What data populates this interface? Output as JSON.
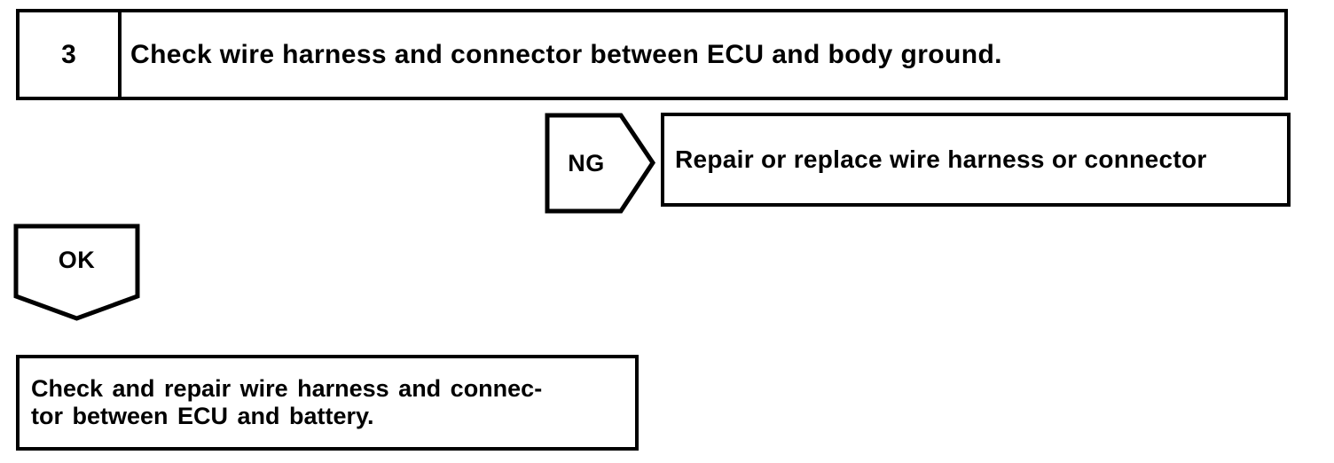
{
  "colors": {
    "ink": "#000000",
    "paper": "#ffffff"
  },
  "flowchart": {
    "step_box": {
      "number": "3",
      "instruction": "Check wire harness and connector between ECU and body ground."
    },
    "ng_branch": {
      "label": "NG",
      "action": "Repair or replace wire harness or connector"
    },
    "ok_branch": {
      "label": "OK"
    },
    "next_step_box": {
      "line1": "Check and repair wire harness and connec-",
      "line2": "tor between ECU and battery."
    }
  }
}
